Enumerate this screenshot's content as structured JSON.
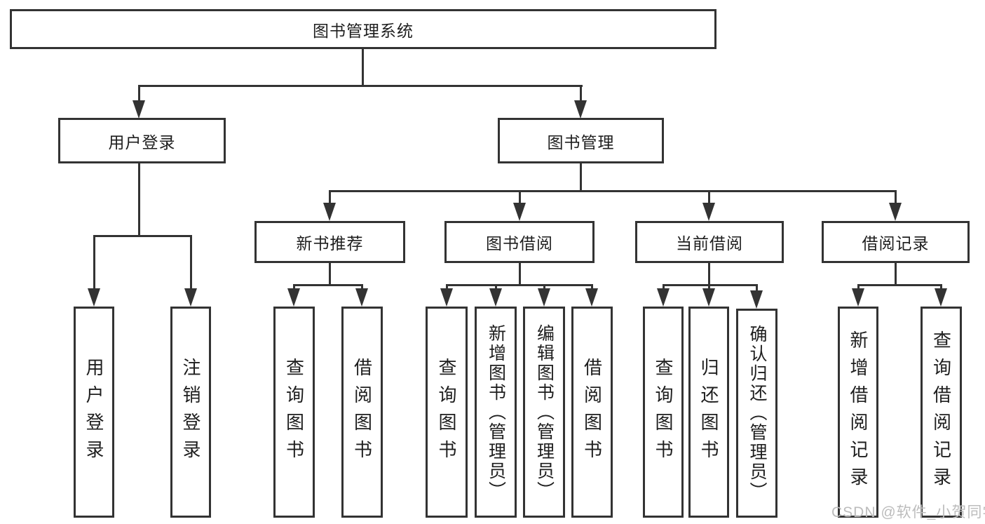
{
  "diagram": {
    "root_label": "图书管理系统",
    "level2": [
      {
        "label": "用户登录"
      },
      {
        "label": "图书管理"
      }
    ],
    "level3": [
      {
        "label": "新书推荐"
      },
      {
        "label": "图书借阅"
      },
      {
        "label": "当前借阅"
      },
      {
        "label": "借阅记录"
      }
    ],
    "leaves": {
      "user_login": [
        "用户登录",
        "注销登录"
      ],
      "new_books": [
        "查询图书",
        "借阅图书"
      ],
      "book_borrow": [
        "查询图书",
        "新增图书（管理员）",
        "编辑图书（管理员）",
        "借阅图书"
      ],
      "current_borrow": [
        "查询图书",
        "归还图书",
        "确认归还（管理员）"
      ],
      "borrow_records": [
        "新增借阅记录",
        "查询借阅记录"
      ]
    },
    "watermark": "CSDN @软件_小贺同学",
    "colors": {
      "line": "#333333",
      "box_border": "#333333",
      "text": "#1e1e1e",
      "watermark": "#bcbcbc",
      "background": "#ffffff"
    }
  }
}
